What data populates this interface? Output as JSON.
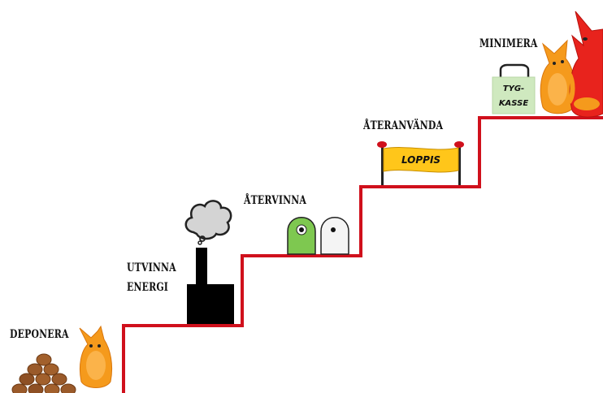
{
  "steps": {
    "deponera": "DEPONERA",
    "utvinna_line1": "UTVINNA",
    "utvinna_line2": "ENERGI",
    "atervinna": "ÅTERVINNA",
    "ateranvanda": "ÅTERANVÄNDA",
    "minimera": "MINIMERA"
  },
  "sign": {
    "text": "LOPPIS"
  },
  "bag": {
    "line1": "TYG-",
    "line2": "KASSE"
  },
  "colors": {
    "staircase": "#d0101c",
    "sign_fill": "#ffc61a",
    "bag_fill": "#cfe9bf",
    "bin_green": "#7ec850",
    "bin_white": "#f4f4f4",
    "fox_orange": "#f59a1c",
    "fox_red": "#e8231d",
    "factory": "#000000",
    "logs": "#9a5a2a"
  },
  "icons": [
    "log-pile-icon",
    "factory-icon",
    "smoke-cloud-icon",
    "recycling-bins-icon",
    "loppis-sign-icon",
    "tote-bag-icon",
    "fox-figure-icon"
  ]
}
